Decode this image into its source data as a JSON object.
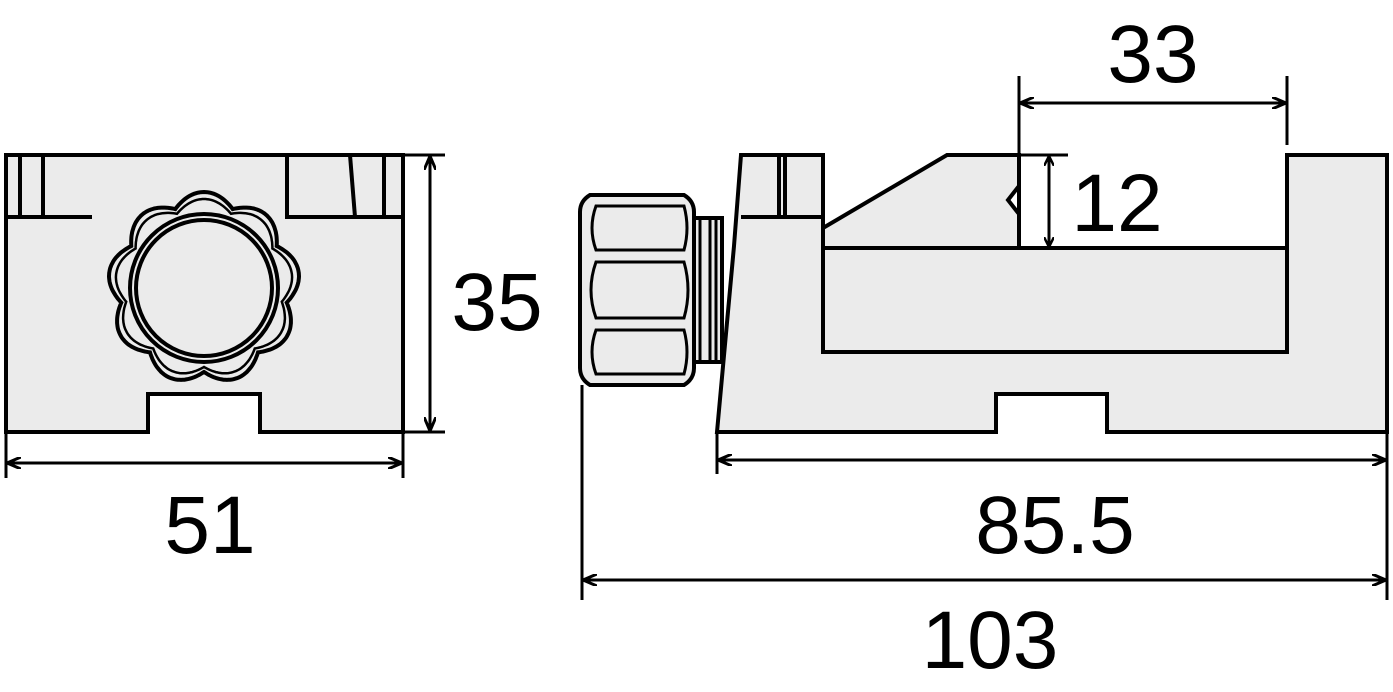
{
  "colors": {
    "line": "#000000",
    "body_fill": "#ebebeb",
    "background": "#ffffff"
  },
  "dimensions": {
    "width_end_view": "51",
    "height": "35",
    "opening": "33",
    "jaw_depth": "12",
    "body_length": "85.5",
    "overall_length": "103"
  }
}
